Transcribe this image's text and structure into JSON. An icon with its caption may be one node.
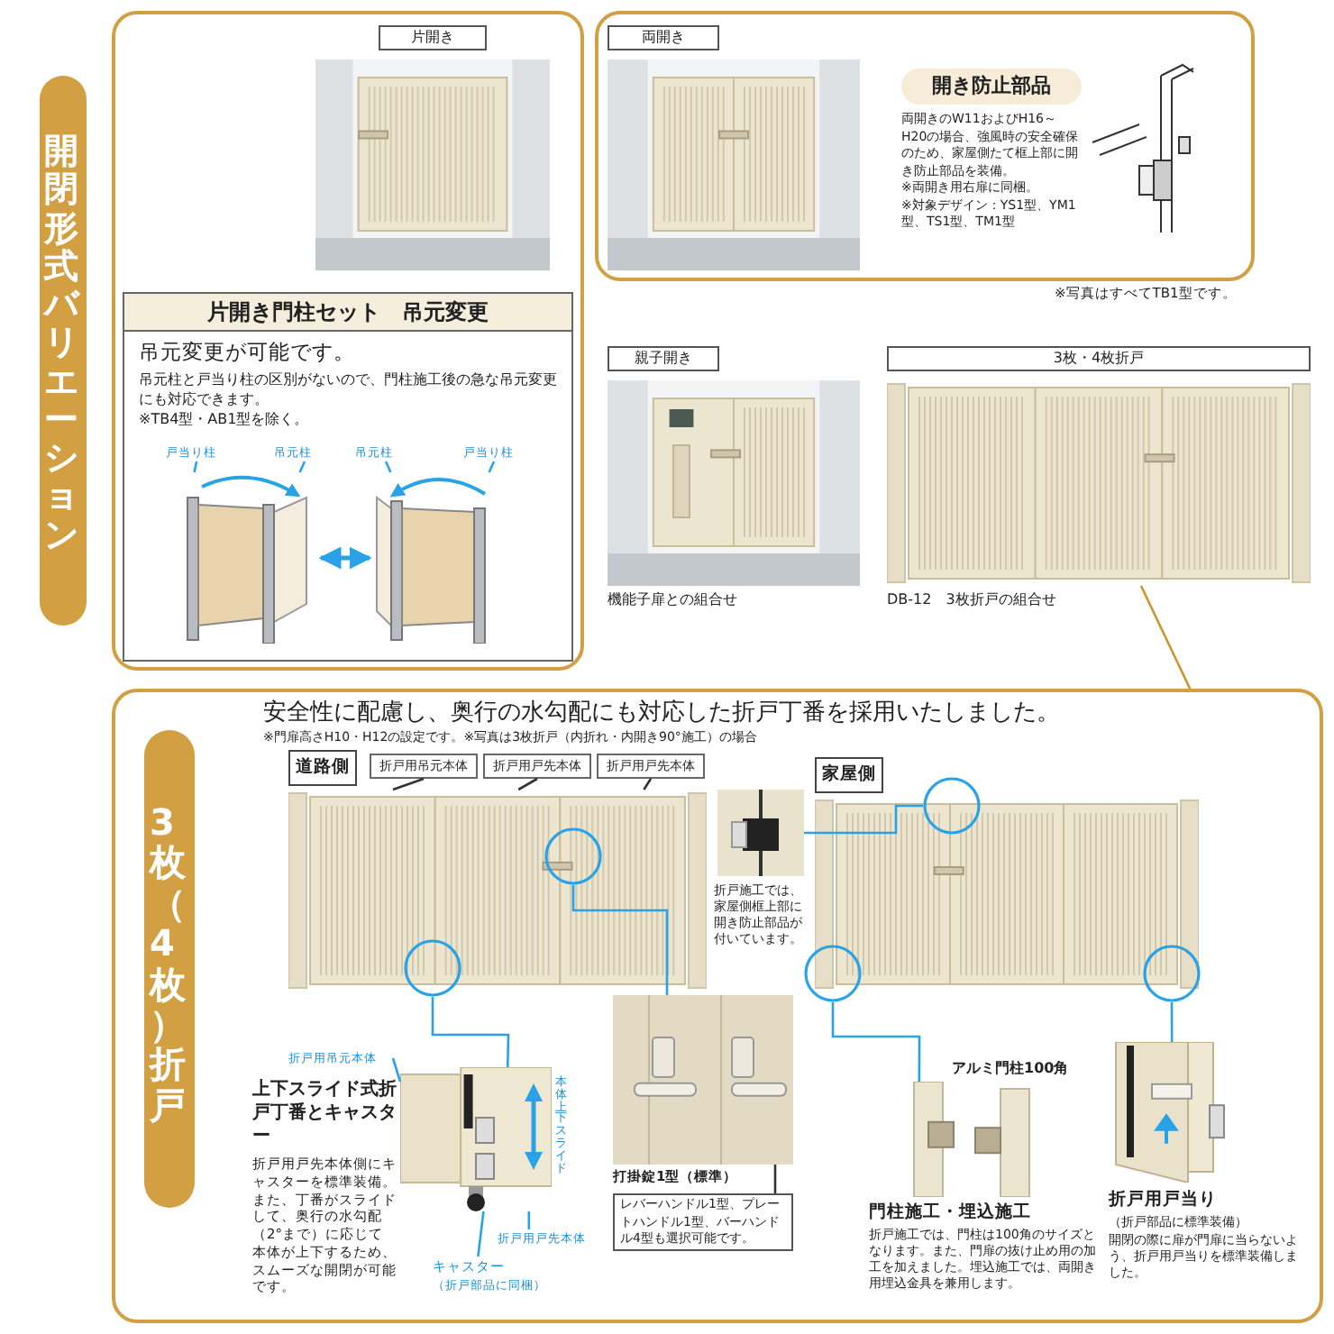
{
  "diagram": {
    "nodes": [
      {
        "text": [
          "開閉形式バリエーション"
        ]
      },
      {
        "text": [
          "片開き"
        ]
      },
      {
        "text": [
          "片開き門柱セット　吊元変更",
          "吊元変更が可能です。",
          "吊元柱と戸当り柱の区別がないので、門柱施工後の急な吊元変更にも対応できます。",
          "※TB4型・AB1型を除く。"
        ]
      },
      {
        "text": [],
        "shape": "picture",
        "in": 2
      },
      {
        "text": [],
        "shape": "picture",
        "in": 2
      },
      {
        "text": [
          "戸当り柱"
        ],
        "in": 2
      },
      {
        "text": [
          "吊元柱"
        ],
        "in": 2
      },
      {
        "text": [
          "吊元柱"
        ],
        "in": 2
      },
      {
        "text": [
          "戸当り柱"
        ],
        "in": 2
      },
      {
        "text": [
          "両開き"
        ]
      },
      {
        "text": [
          "開き防止部品",
          "両開きのW11およびH16～H20の場合、強風時の安全確保のため、家屋側たて框上部に開き防止部品を装備。",
          "※両開き用右扉に同梱。",
          "※対象デザイン：YS1型、YM1型、TS1型、TM1型"
        ]
      },
      {
        "text": [
          "親子開き"
        ],
        "beside": [
          "機能子扉との組合せ"
        ]
      },
      {
        "text": [
          "3枚・4枚折戸"
        ],
        "beside": [
          "DB-12　3枚折戸の組合せ"
        ]
      },
      {
        "text": [
          "3枚（4枚）折戸"
        ],
        "in": 14
      },
      {
        "text": [
          "安全性に配慮し、奥行の水勾配にも対応した折戸丁番を採用いたしました。",
          "※門扉高さH10・H12の設定です。※写真は3枚折戸（内折れ・内開き90°施工）の場合"
        ]
      },
      {
        "text": [
          "道路側"
        ],
        "in": 14
      },
      {
        "text": [
          "折戸用吊元本体"
        ],
        "in": 15
      },
      {
        "text": [
          "折戸用戸先本体"
        ],
        "in": 15
      },
      {
        "text": [
          "折戸用戸先本体"
        ],
        "in": 15
      },
      {
        "text": [],
        "shape": "circle",
        "in": 14
      },
      {
        "text": [],
        "shape": "circle",
        "in": 15
      },
      {
        "text": [
          "家屋側"
        ],
        "in": 14
      },
      {
        "text": [],
        "shape": "circle",
        "in": 21
      },
      {
        "text": [],
        "shape": "circle",
        "in": 14
      },
      {
        "text": [],
        "shape": "circle",
        "in": 14
      },
      {
        "text": [],
        "shape": "picture",
        "in": 14,
        "beside": [
          "折戸施工では、家屋側框上部に開き防止部品が付いています。"
        ]
      },
      {
        "text": [],
        "shape": "picture",
        "in": 14,
        "beside": [
          "上下スライド式折戸丁番とキャスター",
          "折戸用戸先本体側にキャスターを標準装備。また、丁番がスライドして、奥行の水勾配（2°まで）に応じて本体が上下するため、スムーズな開閉が可能です。",
          "本体上下スライド"
        ]
      },
      {
        "text": [
          "折戸用吊元本体"
        ],
        "in": 14
      },
      {
        "text": [
          "折戸用戸先本体"
        ],
        "in": 14
      },
      {
        "text": [
          "キャスター",
          "（折戸部品に同梱）"
        ],
        "in": 14
      },
      {
        "text": [],
        "shape": "picture",
        "in": 14,
        "beside": [
          "打掛錠1型（標準）"
        ]
      },
      {
        "text": [
          "レバーハンドル1型、プレートハンドル1型、バーハンドル4型も選択可能です。"
        ],
        "in": 14
      },
      {
        "text": [],
        "shape": "picture",
        "in": 14,
        "beside": [
          "アルミ門柱100角",
          "門柱施工・埋込施工",
          "折戸施工では、門柱は100角のサイズとなります。また、門扉の抜け止め用の加工を加えました。埋込施工では、両開き用埋込金具を兼用します。"
        ]
      },
      {
        "text": [],
        "shape": "picture",
        "in": 14,
        "beside": [
          "折戸用戸当り",
          "（折戸部品に標準装備）",
          "開閉の際に扉が門扉に当らないよう、折戸用戸当りを標準装備しました。"
        ]
      }
    ],
    "edges": [
      {
        "from": 5,
        "to": 3,
        "arrow": "none"
      },
      {
        "from": 6,
        "to": 3,
        "arrow": "none"
      },
      {
        "from": 7,
        "to": 4,
        "arrow": "none"
      },
      {
        "from": 8,
        "to": 4,
        "arrow": "none"
      },
      {
        "from": 3,
        "to": 4,
        "arrow": "both"
      },
      {
        "from": 12,
        "to": 14,
        "arrow": "none",
        "color": "#c9962e"
      },
      {
        "from": 16,
        "to": 15,
        "arrow": "none",
        "color": "#333333"
      },
      {
        "from": 17,
        "to": 15,
        "arrow": "none",
        "color": "#333333"
      },
      {
        "from": 18,
        "to": 15,
        "arrow": "none",
        "color": "#333333"
      },
      {
        "from": 19,
        "to": 26,
        "arrow": "none"
      },
      {
        "from": 20,
        "to": 30,
        "arrow": "none"
      },
      {
        "from": 22,
        "to": 25,
        "arrow": "none"
      },
      {
        "from": 23,
        "to": 32,
        "arrow": "none"
      },
      {
        "from": 24,
        "to": 33,
        "arrow": "none"
      },
      {
        "from": 27,
        "to": 26,
        "arrow": "none"
      },
      {
        "from": 28,
        "to": 26,
        "arrow": "none"
      },
      {
        "from": 29,
        "to": 26,
        "arrow": "none"
      },
      {
        "from": 31,
        "to": 30,
        "arrow": "none",
        "color": "#333333"
      }
    ],
    "labels": [
      "※写真はすべてTB1型です。"
    ]
  }
}
